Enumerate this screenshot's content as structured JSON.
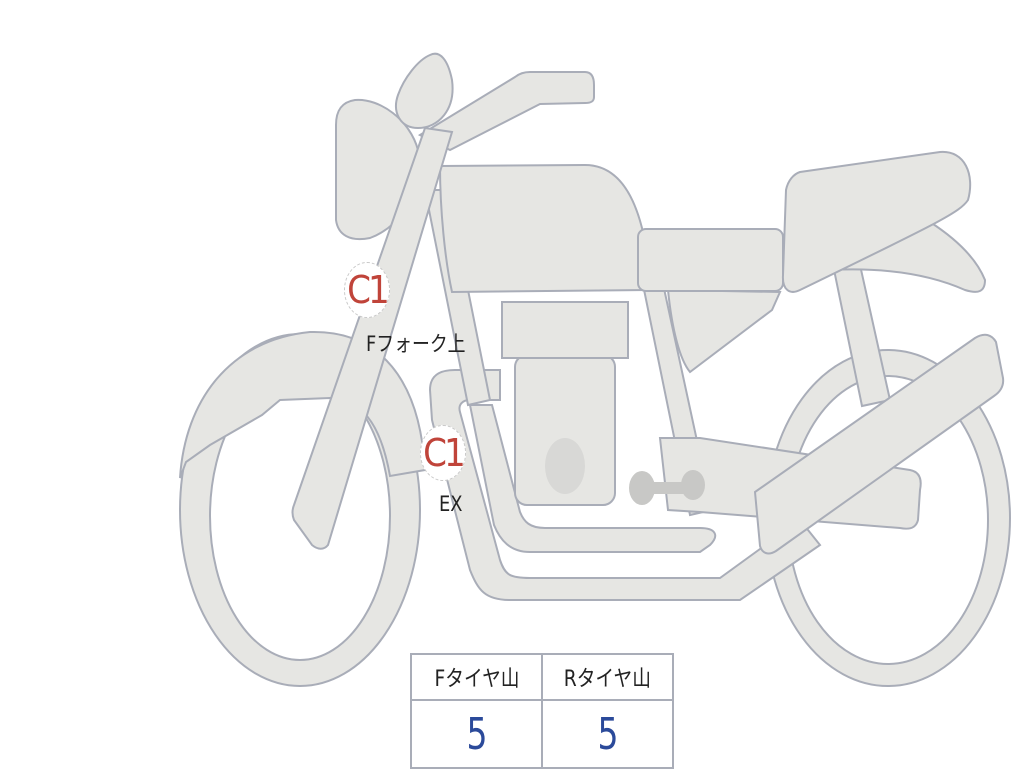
{
  "diagram": {
    "subject": "motorcycle-side-view",
    "colors": {
      "part_fill": "#e6e6e3",
      "part_stroke": "#a9adb8",
      "marker_text": "#c0443a",
      "value_text": "#2b4a9a"
    }
  },
  "markers": [
    {
      "code": "C1",
      "label": "Fフォーク上"
    },
    {
      "code": "C1",
      "label": "EX"
    }
  ],
  "tread_table": {
    "headers": [
      "Fタイヤ山",
      "Rタイヤ山"
    ],
    "values": [
      "5",
      "5"
    ]
  }
}
